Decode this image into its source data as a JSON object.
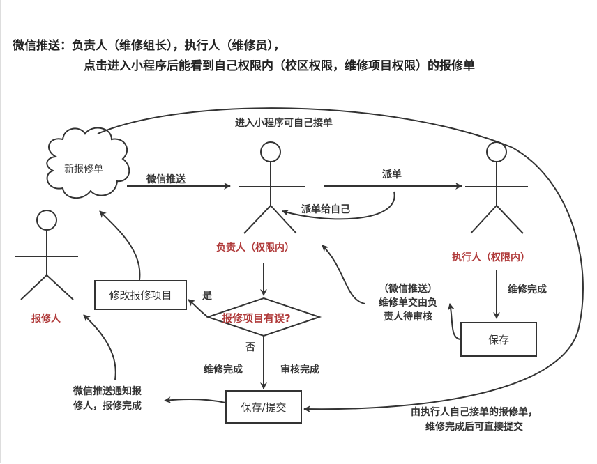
{
  "title": {
    "line1": "微信推送：负责人（维修组长），执行人（维修员），",
    "line2": "点击进入小程序后能看到自己权限内（校区权限，维修项目权限）的报修单"
  },
  "nodes": {
    "new_order": "新报修单",
    "manager": "负责人（权限内）",
    "executor": "执行人（权限内）",
    "reporter": "报修人",
    "save": "保存",
    "modify": "修改报修项目",
    "decision": "报修项目有误?",
    "save_submit": "保存/提交"
  },
  "edges": {
    "self_take": "进入小程序可自己接单",
    "wechat_push": "微信推送",
    "dispatch": "派单",
    "dispatch_self": "派单给自己",
    "repair_done_right": "维修完成",
    "review_push": [
      "（微信推送）",
      "维修单交由负",
      "责人待审核"
    ],
    "yes": "是",
    "no": "否",
    "repair_done": "维修完成",
    "review_done": "审核完成",
    "notify": [
      "微信推送通知报",
      "修人，报修完成"
    ],
    "direct_submit": [
      "由执行人自己接单的报修单，",
      "维修完成后可直接提交"
    ]
  },
  "colors": {
    "accent_red": "#b03a3a",
    "line": "#333333"
  }
}
